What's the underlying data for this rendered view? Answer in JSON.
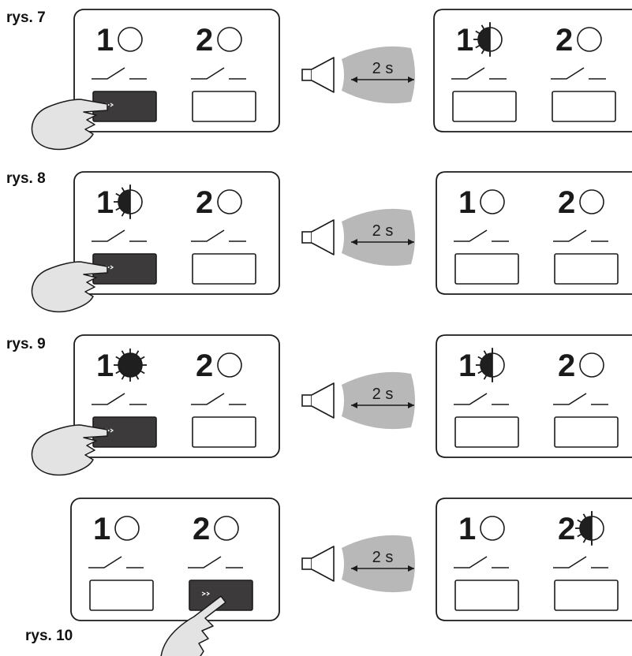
{
  "figures": [
    {
      "label": "rys. 7",
      "before": {
        "channels": [
          {
            "number": "1",
            "led": "off",
            "button": "pressed",
            "hand": true
          },
          {
            "number": "2",
            "led": "off",
            "button": "released",
            "hand": false
          }
        ]
      },
      "signal": {
        "duration": "2 s"
      },
      "after": {
        "channels": [
          {
            "number": "1",
            "led": "blinking",
            "button": "released"
          },
          {
            "number": "2",
            "led": "off",
            "button": "released"
          }
        ]
      }
    },
    {
      "label": "rys. 8",
      "before": {
        "channels": [
          {
            "number": "1",
            "led": "blinking",
            "button": "pressed",
            "hand": true
          },
          {
            "number": "2",
            "led": "off",
            "button": "released",
            "hand": false
          }
        ]
      },
      "signal": {
        "duration": "2 s"
      },
      "after": {
        "channels": [
          {
            "number": "1",
            "led": "off",
            "button": "released"
          },
          {
            "number": "2",
            "led": "off",
            "button": "released"
          }
        ]
      }
    },
    {
      "label": "rys. 9",
      "before": {
        "channels": [
          {
            "number": "1",
            "led": "on",
            "button": "pressed",
            "hand": true
          },
          {
            "number": "2",
            "led": "off",
            "button": "released",
            "hand": false
          }
        ]
      },
      "signal": {
        "duration": "2 s"
      },
      "after": {
        "channels": [
          {
            "number": "1",
            "led": "blinking",
            "button": "released"
          },
          {
            "number": "2",
            "led": "off",
            "button": "released"
          }
        ]
      }
    },
    {
      "label": "rys. 10",
      "before": {
        "channels": [
          {
            "number": "1",
            "led": "off",
            "button": "released",
            "hand": false
          },
          {
            "number": "2",
            "led": "off",
            "button": "pressed",
            "hand": true
          }
        ]
      },
      "signal": {
        "duration": "2 s"
      },
      "after": {
        "channels": [
          {
            "number": "1",
            "led": "off",
            "button": "released"
          },
          {
            "number": "2",
            "led": "blinking",
            "button": "released"
          }
        ]
      }
    }
  ],
  "colors": {
    "line": "#1a1a1a",
    "pressed_button": "#3d3a3b",
    "led_fill": "#1f1f1f",
    "sound_wave": "#b8b8b8",
    "hand_fill": "#e3e3e3",
    "background": "#ffffff"
  }
}
